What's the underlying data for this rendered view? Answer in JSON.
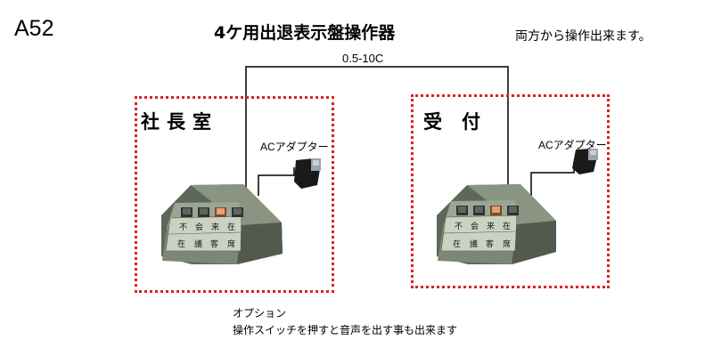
{
  "header": {
    "code": "A52",
    "title": "4ケ用出退表示盤操作器",
    "note": "両方から操作出来ます。"
  },
  "cable": {
    "spec": "0.5-10C"
  },
  "rooms": [
    {
      "name": "社長室",
      "adapter_label": "ACアダプター"
    },
    {
      "name": "受付",
      "adapter_label": "ACアダプター"
    }
  ],
  "device": {
    "row1": [
      "不",
      "会",
      "来",
      "在"
    ],
    "row2": [
      "在",
      "議",
      "客",
      "席"
    ]
  },
  "option": {
    "title": "オプション",
    "description": "操作スイッチを押すと音声を出す事も出来ます"
  },
  "colors": {
    "room_border": "#e02020",
    "device_body": "#6f7a68",
    "device_face": "#c9cfbf",
    "lit_button": "#e8a070"
  }
}
